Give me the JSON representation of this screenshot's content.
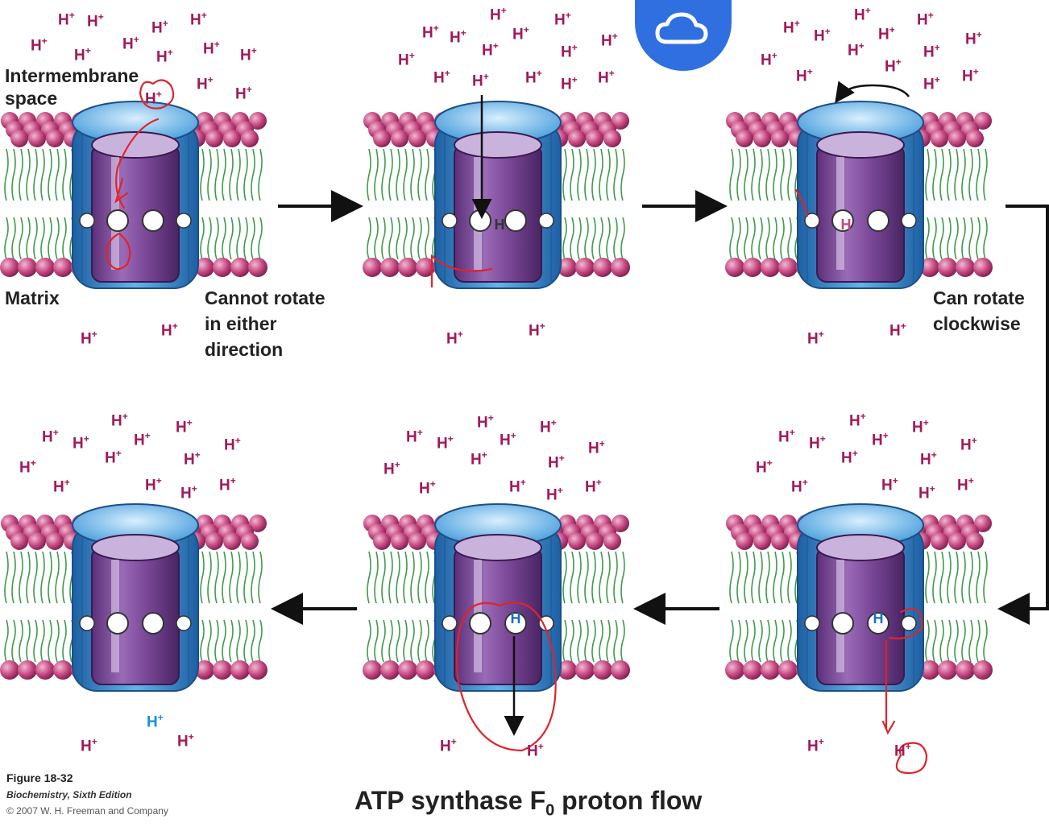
{
  "labels": {
    "intermembrane": "Intermembrane",
    "space": "space",
    "matrix": "Matrix",
    "cannot_rotate": [
      "Cannot rotate",
      "in either",
      "direction"
    ],
    "can_rotate": [
      "Can rotate",
      "clockwise"
    ]
  },
  "proton_symbol": "H",
  "proton_charge": "+",
  "subunit_letter": "H",
  "figure": {
    "number": "Figure 18-32",
    "book": "Biochemistry, Sixth Edition",
    "copyright": "© 2007 W. H. Freeman and Company"
  },
  "caption": {
    "prefix": "ATP synthase F",
    "subscript": "0",
    "suffix": " proton flow"
  },
  "cloud_icon": "cloud-icon",
  "colors": {
    "proton": "#a01a5a",
    "proton_highlight": "#1a8fd6",
    "annotation": "#e0242a",
    "lipid_head": "#c2457e",
    "lipid_tail": "#3f9a4b",
    "rotor": "#7d4a9a",
    "stator": "#2f7fc8",
    "button": "#2f6fe0"
  }
}
